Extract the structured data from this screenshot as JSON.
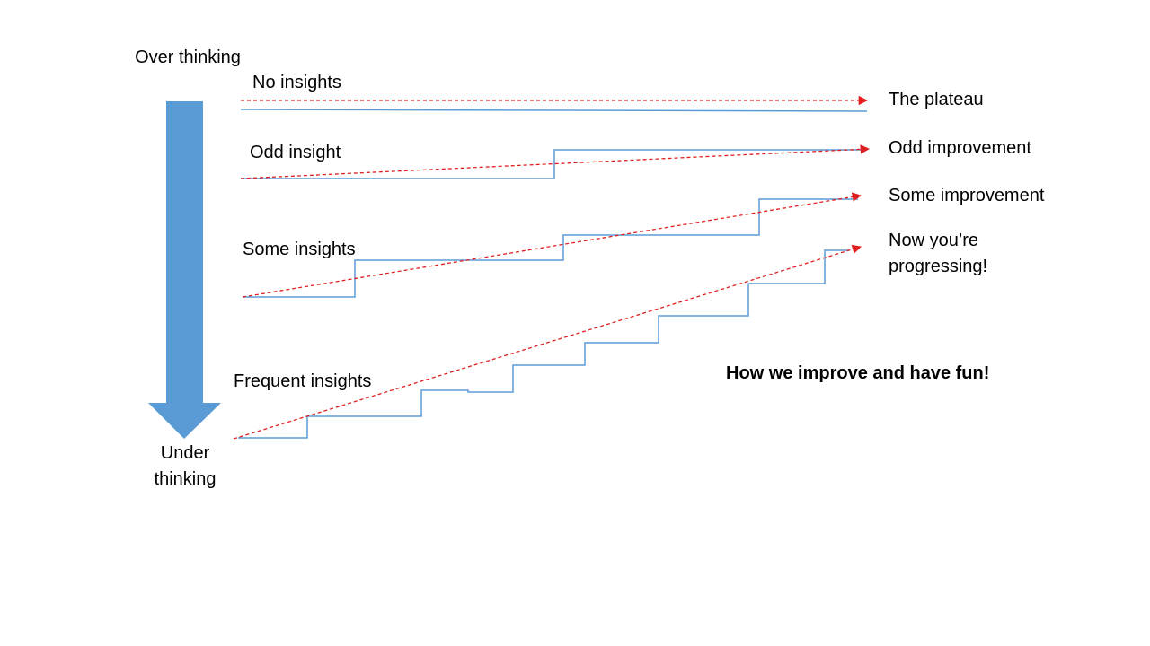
{
  "axis": {
    "top_label": "Over thinking",
    "bottom_label": "Under thinking"
  },
  "rows": [
    {
      "insight_label": "No insights",
      "outcome_label": "The plateau"
    },
    {
      "insight_label": "Odd insight",
      "outcome_label": "Odd improvement"
    },
    {
      "insight_label": "Some insights",
      "outcome_label": "Some improvement"
    },
    {
      "insight_label": "Frequent insights",
      "outcome_label": "Now you’re progressing!"
    }
  ],
  "caption": "How we improve and have fun!",
  "colors": {
    "arrow_fill": "#5b9bd5",
    "step_line": "#5b9bd5",
    "trend_line": "#e02020"
  }
}
